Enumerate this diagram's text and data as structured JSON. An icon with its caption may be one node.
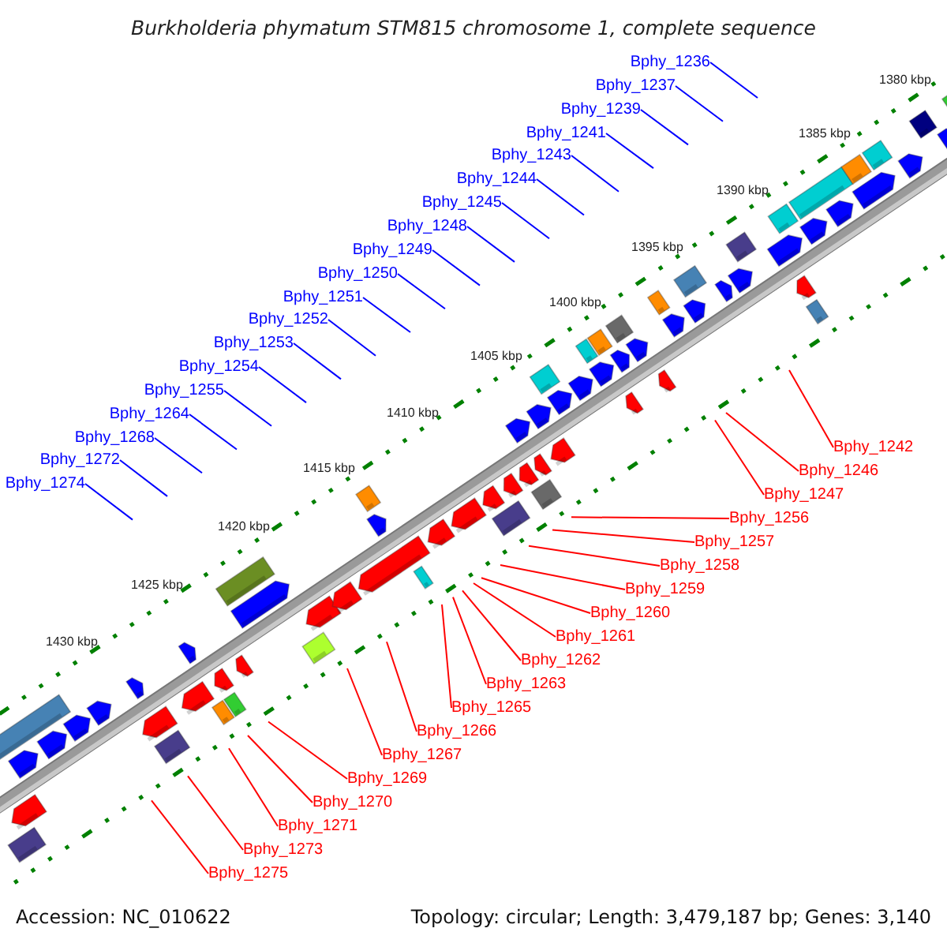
{
  "diagram": {
    "title": "Burkholderia phymatum STM815 chromosome 1, complete sequence",
    "nodes": [
      {
        "text": [
          "Bphy_1236"
        ]
      },
      {
        "text": [
          "Bphy_1237"
        ]
      },
      {
        "text": [
          "Bphy_1239"
        ]
      },
      {
        "text": [
          "Bphy_1241"
        ]
      },
      {
        "text": [
          "Bphy_1243"
        ]
      },
      {
        "text": [
          "Bphy_1244"
        ]
      },
      {
        "text": [
          "Bphy_1245"
        ]
      },
      {
        "text": [
          "Bphy_1248"
        ]
      },
      {
        "text": [
          "Bphy_1249"
        ]
      },
      {
        "text": [
          "Bphy_1250"
        ]
      },
      {
        "text": [
          "Bphy_1251"
        ]
      },
      {
        "text": [
          "Bphy_1252"
        ]
      },
      {
        "text": [
          "Bphy_1253"
        ]
      },
      {
        "text": [
          "Bphy_1254"
        ]
      },
      {
        "text": [
          "Bphy_1242"
        ]
      },
      {
        "text": [
          "Bphy_1255"
        ]
      },
      {
        "text": [
          "Bphy_1246"
        ]
      },
      {
        "text": [
          "Bphy_1247"
        ]
      },
      {
        "text": [
          "Bphy_1264"
        ]
      },
      {
        "text": [
          "Bphy_1256"
        ]
      },
      {
        "text": [
          "Bphy_1268"
        ]
      },
      {
        "text": [
          "Bphy_1257"
        ]
      },
      {
        "text": [
          "Bphy_1272"
        ]
      },
      {
        "text": [
          "Bphy_1258"
        ]
      },
      {
        "text": [
          "Bphy_1274"
        ]
      },
      {
        "text": [
          "Bphy_1259"
        ]
      },
      {
        "text": [
          "Bphy_1260"
        ]
      },
      {
        "text": [
          "Bphy_1261"
        ]
      },
      {
        "text": [
          "Bphy_1262"
        ]
      },
      {
        "text": [
          "Bphy_1263"
        ]
      },
      {
        "text": [
          "Bphy_1265"
        ]
      },
      {
        "text": [
          "Bphy_1266"
        ]
      },
      {
        "text": [
          "Bphy_1267"
        ]
      },
      {
        "text": [
          "Bphy_1269"
        ]
      },
      {
        "text": [
          "Bphy_1270"
        ]
      },
      {
        "text": [
          "Bphy_1271"
        ]
      },
      {
        "text": [
          "Bphy_1273"
        ]
      },
      {
        "text": [
          "Bphy_1275"
        ]
      }
    ],
    "edges": [
      {
        "from": 0,
        "to": null,
        "arrow": "none",
        "color": "#0000ff"
      },
      {
        "from": 1,
        "to": null,
        "arrow": "none",
        "color": "#0000ff"
      },
      {
        "from": 2,
        "to": null,
        "arrow": "none",
        "color": "#0000ff"
      },
      {
        "from": 3,
        "to": null,
        "arrow": "none",
        "color": "#0000ff"
      },
      {
        "from": 4,
        "to": null,
        "arrow": "none",
        "color": "#0000ff"
      },
      {
        "from": 5,
        "to": null,
        "arrow": "none",
        "color": "#0000ff"
      },
      {
        "from": 6,
        "to": null,
        "arrow": "none",
        "color": "#0000ff"
      },
      {
        "from": 7,
        "to": null,
        "arrow": "none",
        "color": "#0000ff"
      },
      {
        "from": 8,
        "to": null,
        "arrow": "none",
        "color": "#0000ff"
      },
      {
        "from": 9,
        "to": null,
        "arrow": "none",
        "color": "#0000ff"
      },
      {
        "from": 10,
        "to": null,
        "arrow": "none",
        "color": "#0000ff"
      },
      {
        "from": 11,
        "to": null,
        "arrow": "none",
        "color": "#0000ff"
      },
      {
        "from": 12,
        "to": null,
        "arrow": "none",
        "color": "#0000ff"
      },
      {
        "from": 13,
        "to": null,
        "arrow": "none",
        "color": "#0000ff"
      },
      {
        "from": 14,
        "to": null,
        "arrow": "none",
        "color": "#ff0000"
      },
      {
        "from": 15,
        "to": null,
        "arrow": "none",
        "color": "#0000ff"
      },
      {
        "from": 16,
        "to": null,
        "arrow": "none",
        "color": "#ff0000"
      },
      {
        "from": 17,
        "to": null,
        "arrow": "none",
        "color": "#ff0000"
      },
      {
        "from": 18,
        "to": null,
        "arrow": "none",
        "color": "#0000ff"
      },
      {
        "from": 19,
        "to": null,
        "arrow": "none",
        "color": "#ff0000"
      },
      {
        "from": 20,
        "to": null,
        "arrow": "none",
        "color": "#0000ff"
      },
      {
        "from": 21,
        "to": null,
        "arrow": "none",
        "color": "#ff0000"
      },
      {
        "from": 22,
        "to": null,
        "arrow": "none",
        "color": "#0000ff"
      },
      {
        "from": 23,
        "to": null,
        "arrow": "none",
        "color": "#ff0000"
      },
      {
        "from": 24,
        "to": null,
        "arrow": "none",
        "color": "#0000ff"
      },
      {
        "from": 25,
        "to": null,
        "arrow": "none",
        "color": "#ff0000"
      },
      {
        "from": 26,
        "to": null,
        "arrow": "none",
        "color": "#ff0000"
      },
      {
        "from": 27,
        "to": null,
        "arrow": "none",
        "color": "#ff0000"
      },
      {
        "from": 28,
        "to": null,
        "arrow": "none",
        "color": "#ff0000"
      },
      {
        "from": 29,
        "to": null,
        "arrow": "none",
        "color": "#ff0000"
      },
      {
        "from": 30,
        "to": null,
        "arrow": "none",
        "color": "#ff0000"
      },
      {
        "from": 31,
        "to": null,
        "arrow": "none",
        "color": "#ff0000"
      },
      {
        "from": 32,
        "to": null,
        "arrow": "none",
        "color": "#ff0000"
      },
      {
        "from": 33,
        "to": null,
        "arrow": "none",
        "color": "#ff0000"
      },
      {
        "from": 34,
        "to": null,
        "arrow": "none",
        "color": "#ff0000"
      },
      {
        "from": 35,
        "to": null,
        "arrow": "none",
        "color": "#ff0000"
      },
      {
        "from": 36,
        "to": null,
        "arrow": "none",
        "color": "#ff0000"
      },
      {
        "from": 37,
        "to": null,
        "arrow": "none",
        "color": "#ff0000"
      }
    ],
    "labels": [
      "1380 kbp",
      "1385 kbp",
      "1390 kbp",
      "1395 kbp",
      "1400 kbp",
      "1405 kbp",
      "1410 kbp",
      "1415 kbp",
      "1420 kbp",
      "1425 kbp",
      "1430 kbp",
      "Accession: NC_010622",
      "Topology: circular; Length: 3,479,187 bp; Genes: 3,140"
    ]
  }
}
